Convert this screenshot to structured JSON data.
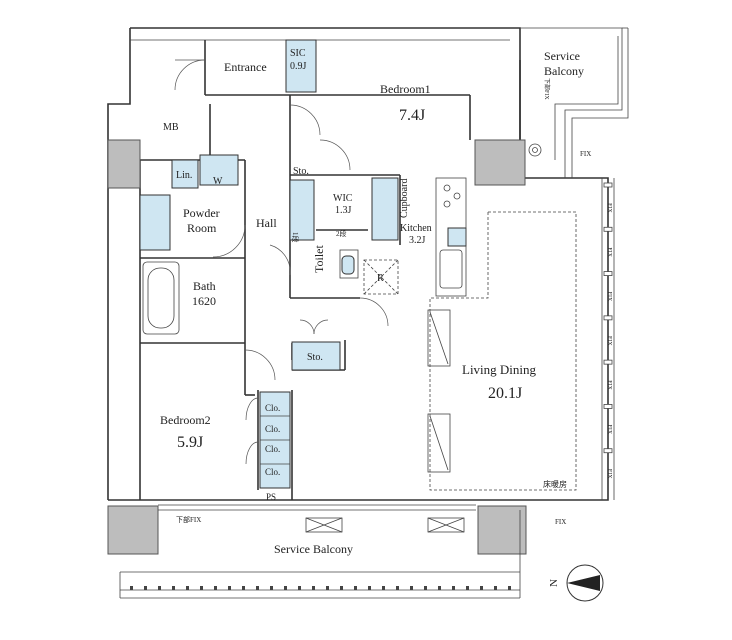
{
  "rooms": {
    "entrance": "Entrance",
    "sic_name": "SIC",
    "sic_size": "0.9J",
    "bedroom1_name": "Bedroom1",
    "bedroom1_size": "7.4J",
    "mb": "MB",
    "lin": "Lin.",
    "w": "W",
    "sto1": "Sto.",
    "wic_name": "WIC",
    "wic_size": "1.3J",
    "wic_shelf1": "1段",
    "wic_shelf2": "2段",
    "cupboard": "Cupboard",
    "kitchen_name": "Kitchen",
    "kitchen_size": "3.2J",
    "powder_line1": "Powder",
    "powder_line2": "Room",
    "hall": "Hall",
    "toilet": "Toilet",
    "r_mark": "R",
    "bath_name": "Bath",
    "bath_size": "1620",
    "sto2": "Sto.",
    "living_name": "Living Dining",
    "living_size": "20.1J",
    "floor_heating": "床暖房",
    "bedroom2_name": "Bedroom2",
    "bedroom2_size": "5.9J",
    "clo": [
      "Clo.",
      "Clo.",
      "Clo.",
      "Clo."
    ],
    "ps": "PS",
    "service_balcony_top_line1": "Service",
    "service_balcony_top_line2": "Balcony",
    "service_balcony_bottom": "Service Balcony"
  },
  "windows": {
    "fix_right": [
      "FIX",
      "FIX",
      "FIX",
      "FIX",
      "FIX",
      "FIX",
      "FIX"
    ],
    "fix_corner": "FIX",
    "fix_bottom_right": "FIX",
    "fix_bottom_left": "下部FIX",
    "fix_top_vertical": "下部FIX"
  },
  "compass": {
    "label": "N"
  }
}
